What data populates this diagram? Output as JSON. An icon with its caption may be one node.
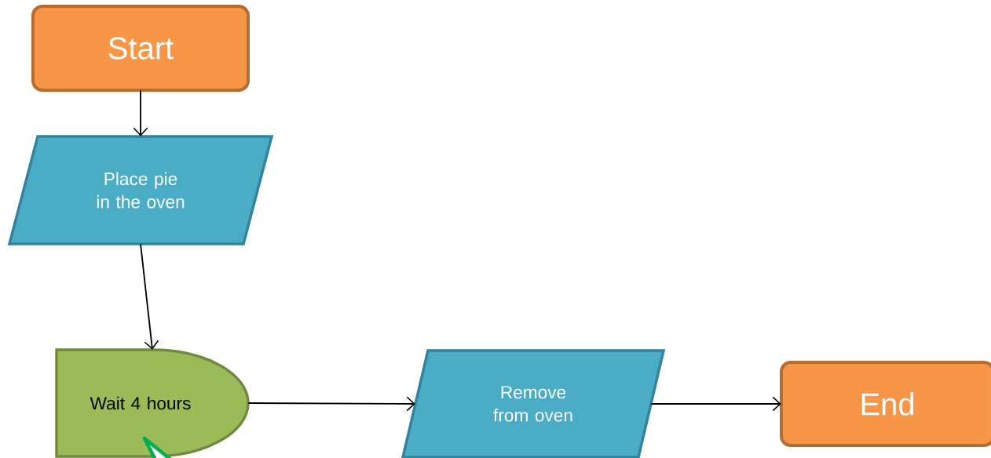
{
  "diagram": {
    "nodes": [
      {
        "text": [
          "Start"
        ]
      },
      {
        "text": [
          "Place pie in the oven"
        ]
      },
      {
        "text": [
          "Wait 4 hours"
        ]
      },
      {
        "text": [
          "Remove from oven"
        ]
      },
      {
        "text": [
          "End"
        ]
      }
    ],
    "edges": [
      {
        "from": 0,
        "to": 1,
        "arrow": "to"
      },
      {
        "from": 1,
        "to": 2,
        "arrow": "to"
      },
      {
        "from": 2,
        "to": 3,
        "arrow": "to"
      },
      {
        "from": 3,
        "to": 4,
        "arrow": "to"
      }
    ]
  }
}
